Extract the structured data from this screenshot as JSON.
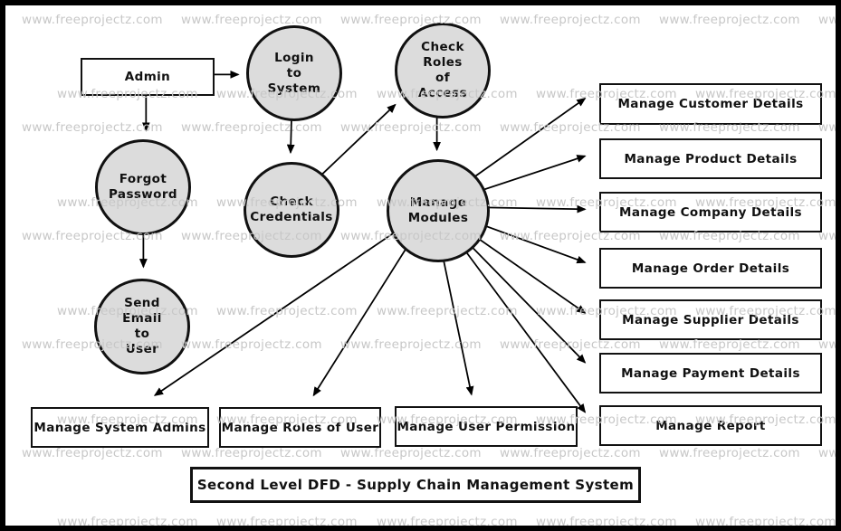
{
  "watermark": {
    "text": "www.freeprojectz.com"
  },
  "title": {
    "label": "Second Level DFD - Supply Chain Management System"
  },
  "entities": {
    "admin": "Admin"
  },
  "processes": {
    "login": "Login\nto\nSystem",
    "check_roles": "Check\nRoles\nof\nAccess",
    "forgot_password": "Forgot\nPassword",
    "check_credentials": "Check\nCredentials",
    "manage_modules": "Manage\nModules",
    "send_email": "Send\nEmail\nto\nUser"
  },
  "boxes_right": [
    "Manage Customer Details",
    "Manage Product Details",
    "Manage Company Details",
    "Manage Order Details",
    "Manage Supplier Details",
    "Manage Payment Details",
    "Manage Report"
  ],
  "boxes_bottom": [
    "Manage System Admins",
    "Manage Roles of User",
    "Manage User Permission"
  ],
  "colors": {
    "process_fill": "#dcdcdc",
    "stroke": "#000000",
    "watermark": "#c7c7c7"
  }
}
